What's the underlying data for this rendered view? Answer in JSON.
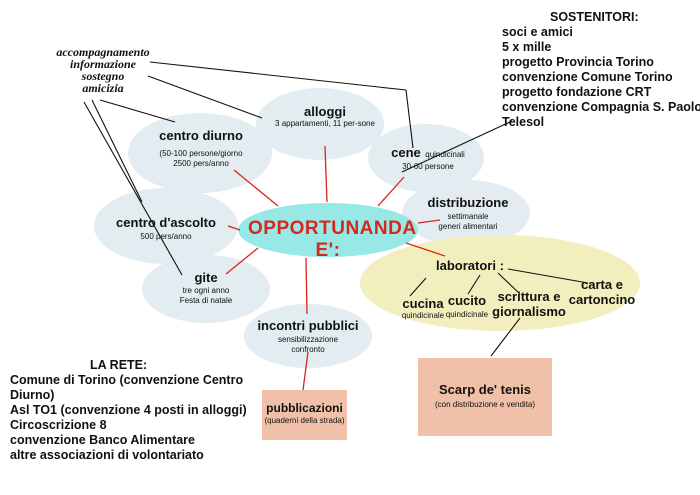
{
  "center": {
    "label": "OPPORTUNANDA E':"
  },
  "nodes": {
    "alloggi": {
      "title": "alloggi",
      "detail": "3 appartamenti, 11 per-sone"
    },
    "centro_diurno": {
      "title": "centro diurno",
      "detail1": "(50-100 persone/giorno",
      "detail2": "2500 pers/anno"
    },
    "cene": {
      "title": "cene",
      "detail_inline": "quindicinali",
      "detail2": "30-60 persone"
    },
    "distribuzione": {
      "title": "distribuzione",
      "detail1": "settimanale",
      "detail2": "generi alimentari"
    },
    "centro_ascolto": {
      "title": "centro d'ascolto",
      "detail": "500 pers/anno"
    },
    "gite": {
      "title": "gite",
      "detail1": "tre ogni anno",
      "detail2": "Festa di natale"
    },
    "incontri": {
      "title": "incontri pubblici",
      "detail1": "sensibilizzazione",
      "detail2": "confronto"
    },
    "laboratori": {
      "title": "laboratori :",
      "cucina": {
        "title": "cucina",
        "detail": "quindicinale"
      },
      "cucito": {
        "title": "cucito",
        "detail": "quindicinale"
      },
      "scrittura": {
        "title1": "scrittura e",
        "title2": "giornalismo"
      },
      "carta": {
        "title1": "carta e",
        "title2": "cartoncino"
      }
    }
  },
  "accompagnamento": [
    "accompagnamento",
    "informazione",
    "sostegno",
    "amicizia"
  ],
  "sostenitori": {
    "heading": "SOSTENITORI:",
    "items": [
      "soci e amici",
      "5 x mille",
      "progetto Provincia Torino",
      "convenzione Comune Torino",
      "progetto fondazione CRT",
      "convenzione Compagnia S. Paolo",
      "Telesol"
    ]
  },
  "rete": {
    "heading": "LA RETE:",
    "items": [
      "Comune di Torino (convenzione Centro",
      "Diurno)",
      "Asl TO1 (convenzione 4 posti in alloggi)",
      "Circoscrizione 8",
      "convenzione Banco Alimentare",
      "altre associazioni di volontariato"
    ]
  },
  "boxes": {
    "pubblicazioni": {
      "title": "pubblicazioni",
      "detail": "(quaderni della strada)"
    },
    "scarp": {
      "title": "Scarp de' tenis",
      "detail": "(con distribuzione e vendita)"
    }
  },
  "colors": {
    "ellipse": "#e3ecf1",
    "center_ellipse": "#98e9e6",
    "laboratori_ellipse": "#f3eebd",
    "box": "#f0c0a8",
    "red_line": "#d7261e",
    "title_red": "#d7261e"
  }
}
